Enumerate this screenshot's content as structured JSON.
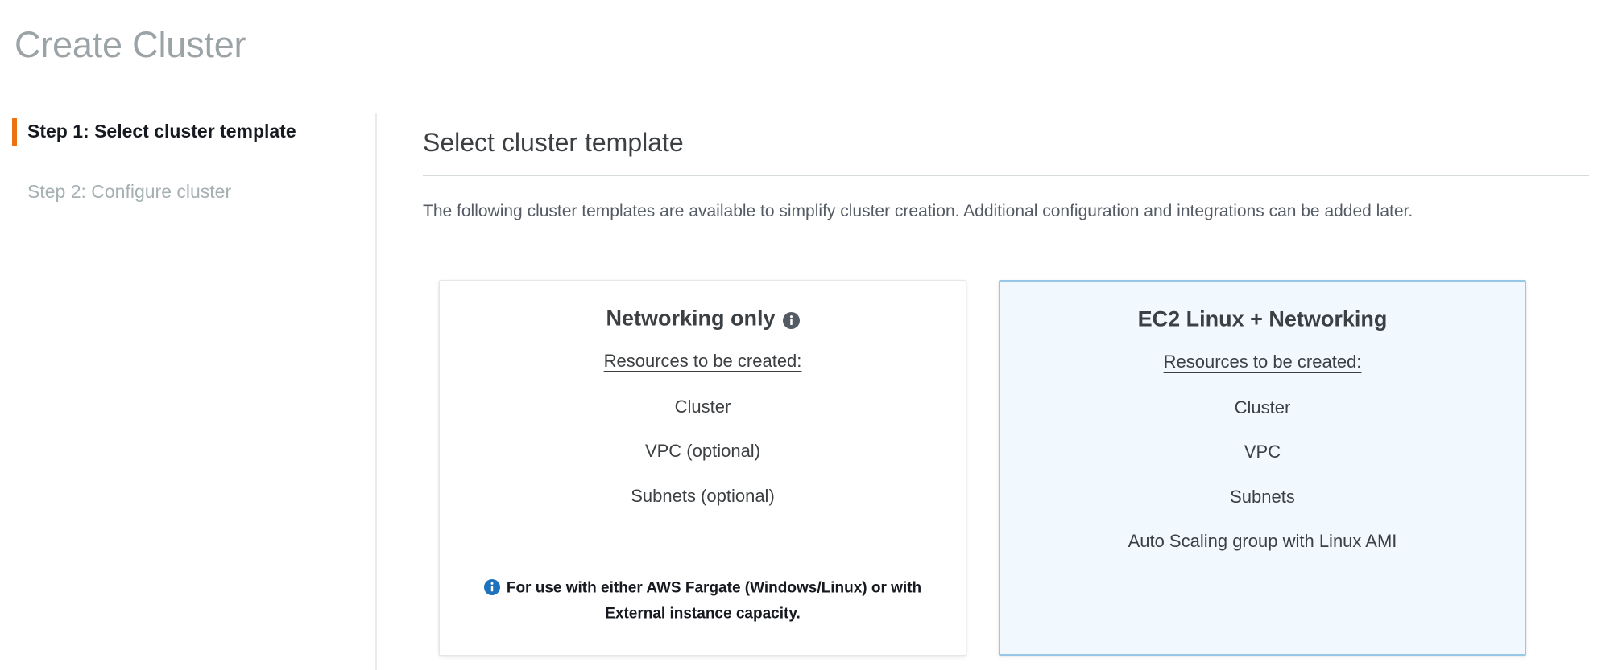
{
  "page": {
    "title": "Create Cluster"
  },
  "wizard": {
    "steps": [
      {
        "label": "Step 1: Select cluster template",
        "active": true
      },
      {
        "label": "Step 2: Configure cluster",
        "active": false
      }
    ],
    "active_marker_color": "#ec7211"
  },
  "main": {
    "heading": "Select cluster template",
    "description": "The following cluster templates are available to simplify cluster creation. Additional configuration and integrations can be added later.",
    "templates": [
      {
        "name": "Networking only",
        "selected": false,
        "title_info_icon": "info-icon",
        "resources_label": "Resources to be created:",
        "resources": [
          "Cluster",
          "VPC (optional)",
          "Subnets (optional)"
        ],
        "note_icon": "info-icon",
        "note": "For use with either AWS Fargate (Windows/Linux) or with External instance capacity."
      },
      {
        "name": "EC2 Linux + Networking",
        "selected": true,
        "resources_label": "Resources to be created:",
        "resources": [
          "Cluster",
          "VPC",
          "Subnets",
          "Auto Scaling group with Linux AMI"
        ]
      }
    ]
  },
  "colors": {
    "accent_orange": "#ec7211",
    "selected_card_bg": "#f1f8fe",
    "selected_card_border": "#99c7e8",
    "info_blue": "#1e72bb",
    "info_dark": "#545b64",
    "title_gray": "#9ba3a6",
    "text_dark": "#3c4043"
  }
}
